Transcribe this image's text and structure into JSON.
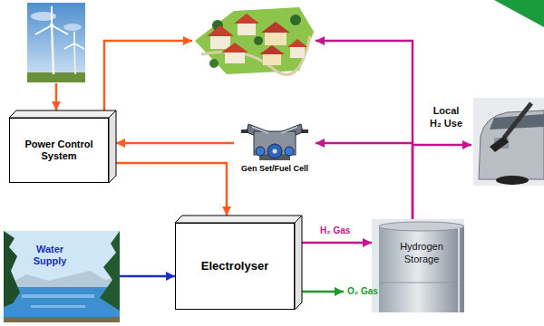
{
  "diagram": {
    "nodes": [
      {
        "text": [
          "Power Control System"
        ]
      },
      {
        "text": [
          "Gen Set/Fuel Cell"
        ]
      },
      {
        "text": [
          "Water Supply"
        ]
      },
      {
        "text": [
          "Electrolyser"
        ]
      },
      {
        "text": [
          "Hydrogen Storage"
        ]
      }
    ],
    "edges": [
      {
        "from": 0,
        "to": 3,
        "arrow": "to"
      },
      {
        "from": 1,
        "to": 0,
        "arrow": "to"
      },
      {
        "from": 2,
        "to": 3,
        "arrow": "to"
      },
      {
        "from": 3,
        "to": 4,
        "label": "H₂ Gas",
        "arrow": "to"
      },
      {
        "from": 4,
        "to": 1,
        "arrow": "to"
      }
    ],
    "labels": [
      "Local H₂ Use",
      "O₂ Gas"
    ]
  }
}
